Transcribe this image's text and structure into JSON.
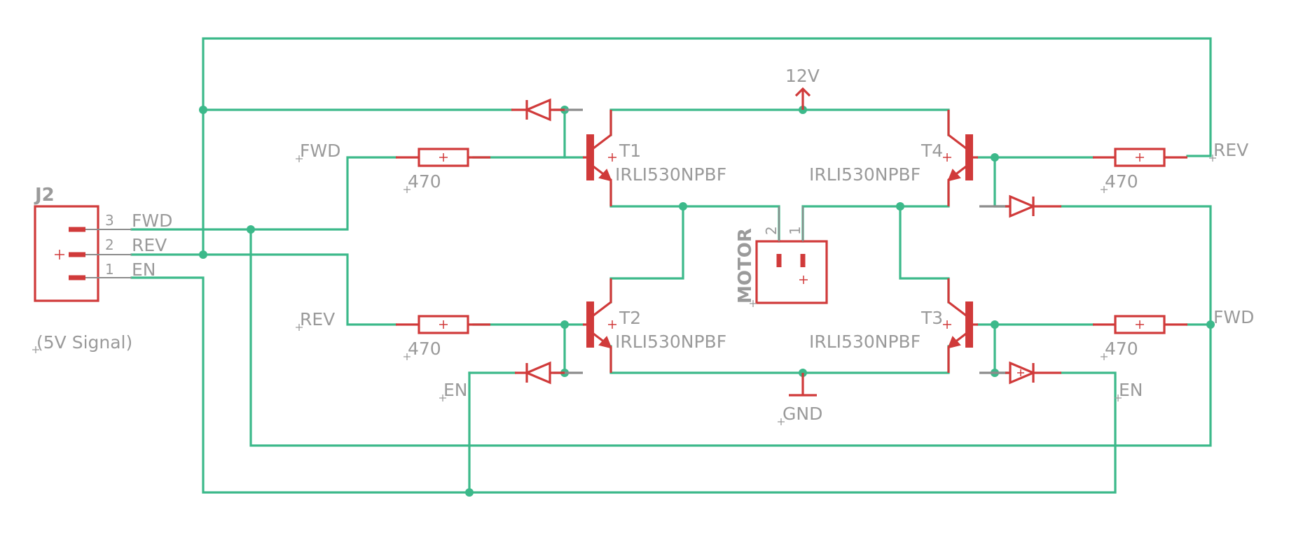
{
  "connector": {
    "ref": "J2",
    "note": "(5V Signal)",
    "pins": [
      {
        "num": "3",
        "name": "FWD"
      },
      {
        "num": "2",
        "name": "REV"
      },
      {
        "num": "1",
        "name": "EN"
      }
    ]
  },
  "net_labels": {
    "fwd_left": "FWD",
    "rev_left": "REV",
    "en_left": "EN",
    "rev_right": "REV",
    "fwd_right": "FWD",
    "en_right": "EN"
  },
  "supply": {
    "vcc": "12V",
    "gnd": "GND"
  },
  "transistors": [
    {
      "ref": "T1",
      "part": "IRLI530NPBF"
    },
    {
      "ref": "T2",
      "part": "IRLI530NPBF"
    },
    {
      "ref": "T3",
      "part": "IRLI530NPBF"
    },
    {
      "ref": "T4",
      "part": "IRLI530NPBF"
    }
  ],
  "resistors": [
    "470",
    "470",
    "470",
    "470"
  ],
  "motor": {
    "ref": "MOTOR",
    "pin_a": "2",
    "pin_b": "1"
  },
  "colors": {
    "wire": "#3cb98a",
    "symbol": "#d03a3a",
    "label": "#9a9a9a"
  }
}
